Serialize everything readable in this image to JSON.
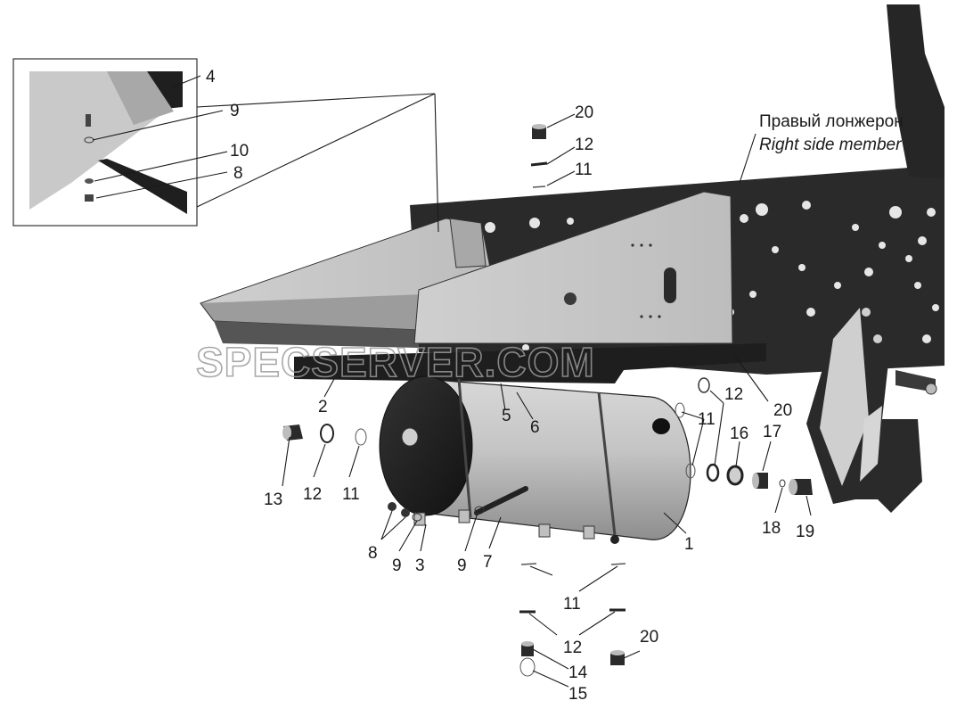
{
  "caption": {
    "ru": "Правый лонжерон",
    "en": "Right side member"
  },
  "watermark": "SPECSERVER.COM",
  "labels": {
    "l1": "1",
    "l2": "2",
    "l3": "3",
    "l4": "4",
    "l5": "5",
    "l6": "6",
    "l7": "7",
    "l8a": "8",
    "l8b": "8",
    "l9a": "9",
    "l9b": "9",
    "l9c": "9",
    "l10": "10",
    "l11a": "11",
    "l11b": "11",
    "l11c": "11",
    "l11d": "11",
    "l12a": "12",
    "l12b": "12",
    "l12c": "12",
    "l12d": "12",
    "l13": "13",
    "l14": "14",
    "l15": "15",
    "l16": "16",
    "l17": "17",
    "l18": "18",
    "l19": "19",
    "l20a": "20",
    "l20b": "20",
    "l20c": "20"
  }
}
